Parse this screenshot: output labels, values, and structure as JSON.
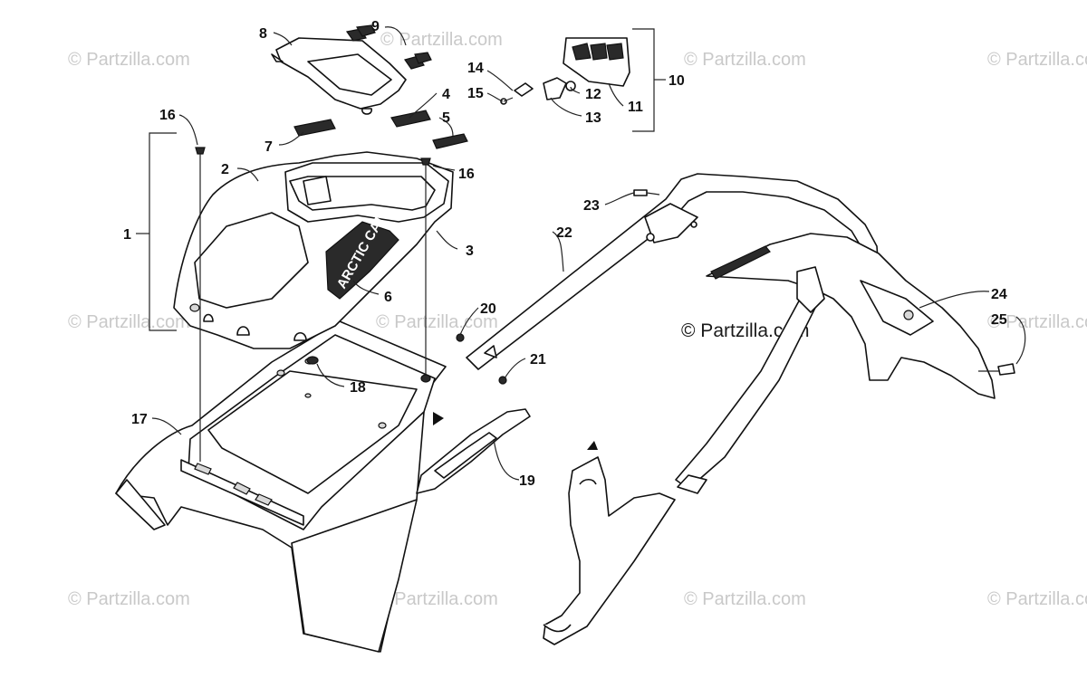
{
  "watermark": "© Partzilla.com",
  "watermark_center": "© Partzilla.com",
  "decal_text": "ARCTIC CAT",
  "callouts": {
    "c1": "1",
    "c2": "2",
    "c3": "3",
    "c4": "4",
    "c5": "5",
    "c6": "6",
    "c7": "7",
    "c8": "8",
    "c9": "9",
    "c10": "10",
    "c11": "11",
    "c12": "12",
    "c13": "13",
    "c14": "14",
    "c15": "15",
    "c16a": "16",
    "c16b": "16",
    "c17": "17",
    "c18": "18",
    "c19": "19",
    "c20": "20",
    "c21": "21",
    "c22": "22",
    "c23": "23",
    "c24": "24",
    "c25": "25"
  }
}
